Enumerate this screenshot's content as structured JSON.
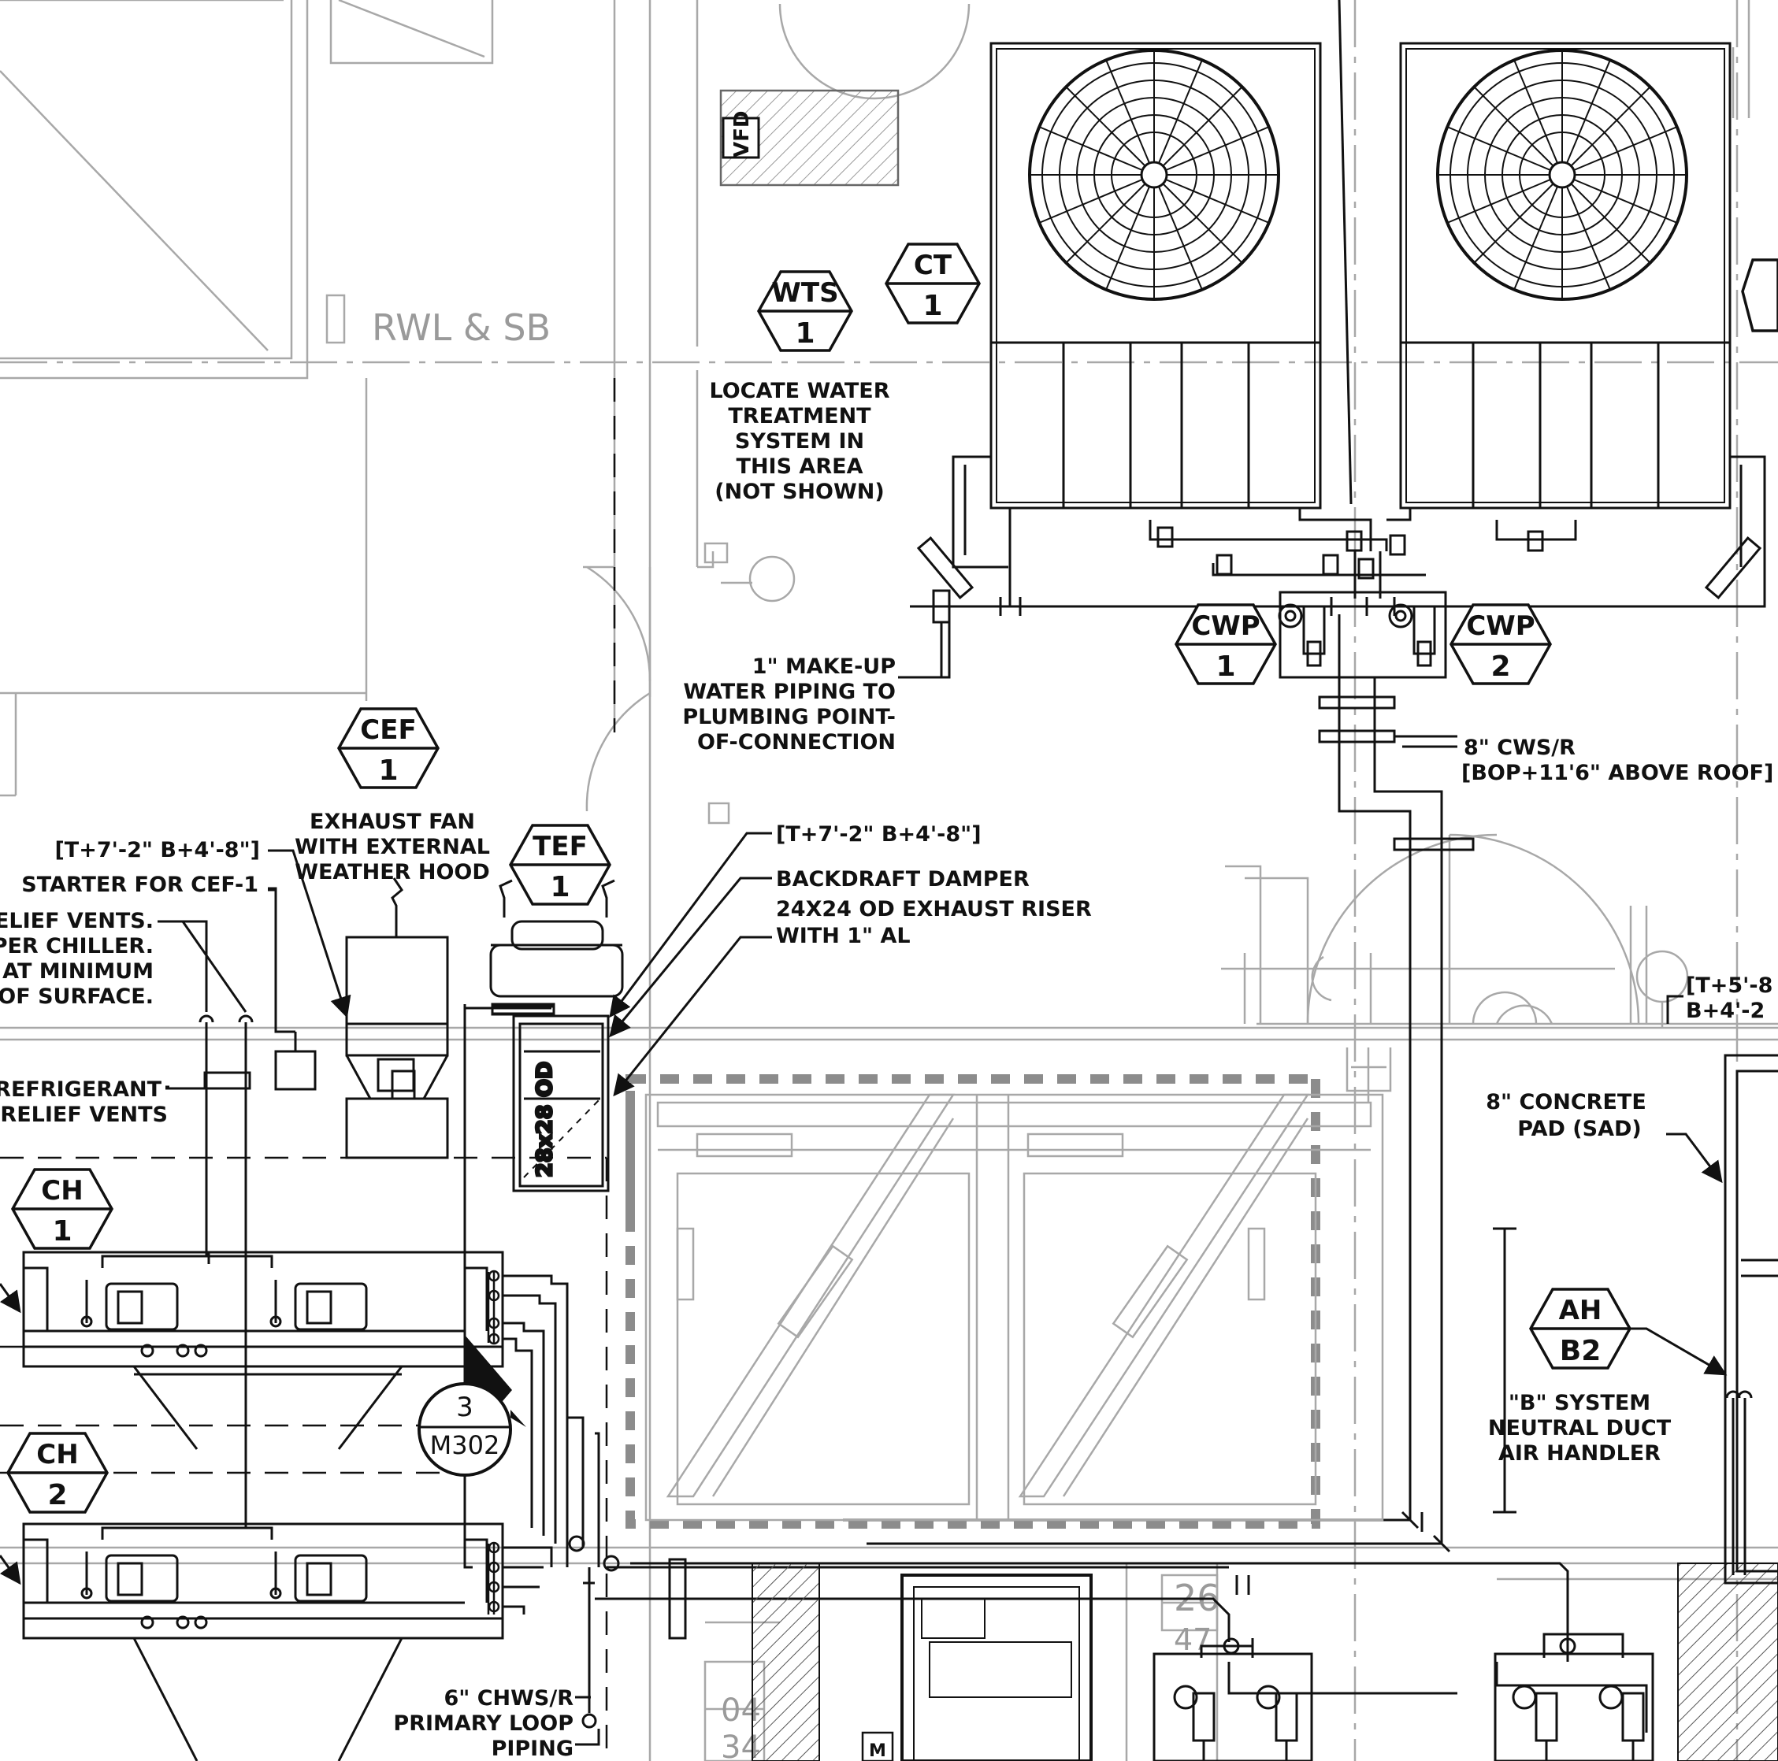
{
  "colors": {
    "ink": "#111111",
    "faint": "#a8a8a8",
    "duct": "#8c8c8c",
    "paper": "#ffffff"
  },
  "tags": {
    "ct1": {
      "top": "CT",
      "bottom": "1"
    },
    "wts1": {
      "top": "WTS",
      "bottom": "1"
    },
    "cef1": {
      "top": "CEF",
      "bottom": "1"
    },
    "tef1": {
      "top": "TEF",
      "bottom": "1"
    },
    "cwp1": {
      "top": "CWP",
      "bottom": "1"
    },
    "cwp2": {
      "top": "CWP",
      "bottom": "2"
    },
    "ch1": {
      "top": "CH",
      "bottom": "1"
    },
    "ch2": {
      "top": "CH",
      "bottom": "2"
    },
    "ahb2": {
      "top": "AH",
      "bottom": "B2"
    },
    "section": {
      "top": "3",
      "bottom": "M302"
    }
  },
  "labels": {
    "rwl": "RWL & SB",
    "vfd": "VFD",
    "water_treatment": [
      "LOCATE WATER",
      "TREATMENT",
      "SYSTEM IN",
      "THIS AREA",
      "(NOT SHOWN)"
    ],
    "makeup": [
      "1\" MAKE-UP",
      "WATER PIPING TO",
      "PLUMBING POINT-",
      "OF-CONNECTION"
    ],
    "cws": [
      "8\" CWS/R",
      "[BOP+11'6\" ABOVE ROOF]"
    ],
    "exhaust_fan": [
      "EXHAUST FAN",
      "WITH EXTERNAL",
      "WEATHER HOOD"
    ],
    "starter_elev": "[T+7'-2\" B+4'-8\"]",
    "starter": "STARTER FOR CEF-1",
    "relief_vents": [
      "RELIEF VENTS.",
      "PER CHILLER.",
      "E AT MINIMUM",
      "OOF SURFACE."
    ],
    "refrig_relief": [
      "\" REFRIGERANT",
      "RELIEF VENTS"
    ],
    "tef_elev": "[T+7'-2\" B+4'-8\"]",
    "backdraft": "BACKDRAFT DAMPER",
    "riser": [
      "24X24 OD EXHAUST RISER",
      "WITH 1\" AL"
    ],
    "duct_size": "28x28 OD",
    "right_elev": [
      "[T+5'-8",
      "B+4'-2"
    ],
    "concrete_pad": [
      "8\" CONCRETE",
      "PAD (SAD)"
    ],
    "b_system": [
      "\"B\" SYSTEM",
      "NEUTRAL DUCT",
      "AIR HANDLER"
    ],
    "chws": [
      "6\" CHWS/R",
      "PRIMARY LOOP",
      "PIPING"
    ],
    "room_26": "26",
    "room_47": "47",
    "room_04": "04",
    "room_34": "34",
    "box_m": "M"
  }
}
